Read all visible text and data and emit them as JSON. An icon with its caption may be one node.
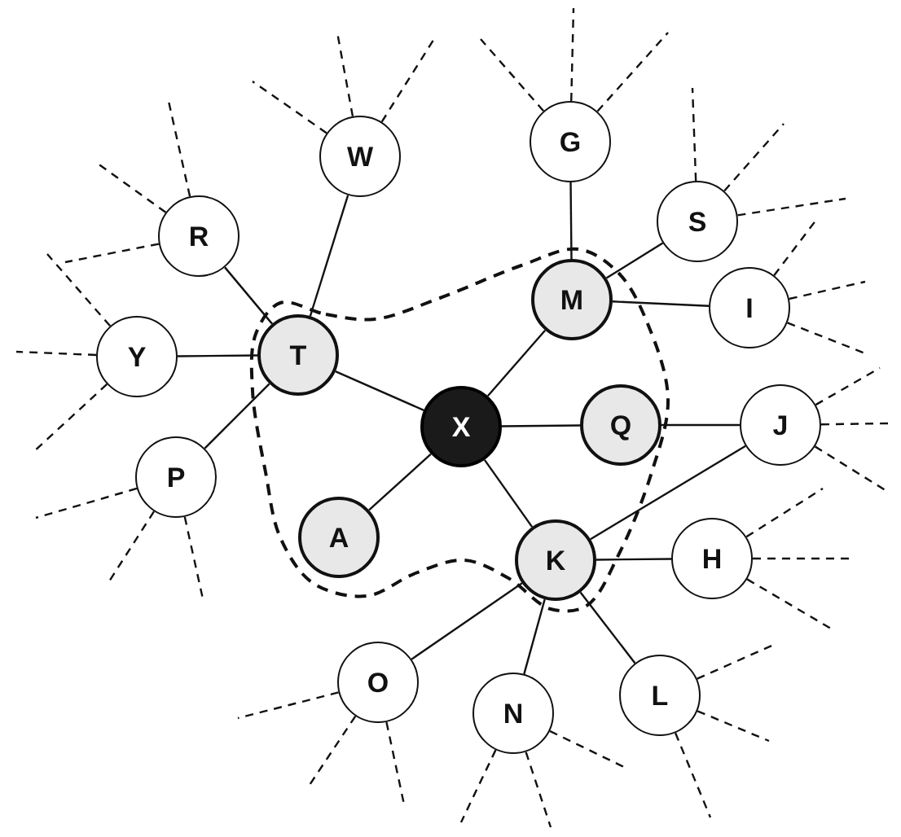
{
  "diagram": {
    "nodes": [
      {
        "text": [
          "G"
        ]
      },
      {
        "text": [
          "W"
        ]
      },
      {
        "text": [
          "S"
        ]
      },
      {
        "text": [
          "R"
        ]
      },
      {
        "text": [
          "M"
        ]
      },
      {
        "text": [
          "I"
        ]
      },
      {
        "text": [
          "T"
        ]
      },
      {
        "text": [
          "Y"
        ]
      },
      {
        "text": [
          "X"
        ]
      },
      {
        "text": [
          "Q"
        ]
      },
      {
        "text": [
          "J"
        ]
      },
      {
        "text": [
          "P"
        ]
      },
      {
        "text": [
          "A"
        ]
      },
      {
        "text": [
          "K"
        ]
      },
      {
        "text": [
          "H"
        ]
      },
      {
        "text": [
          "O"
        ]
      },
      {
        "text": [
          "L"
        ]
      },
      {
        "text": [
          "N"
        ]
      }
    ],
    "edges": [
      {
        "from": 8,
        "to": 6,
        "arrow": "none"
      },
      {
        "from": 8,
        "to": 4,
        "arrow": "none"
      },
      {
        "from": 8,
        "to": 9,
        "arrow": "none"
      },
      {
        "from": 8,
        "to": 13,
        "arrow": "none"
      },
      {
        "from": 8,
        "to": 12,
        "arrow": "none"
      },
      {
        "from": 6,
        "to": 1,
        "arrow": "none"
      },
      {
        "from": 6,
        "to": 3,
        "arrow": "none"
      },
      {
        "from": 6,
        "to": 7,
        "arrow": "none"
      },
      {
        "from": 6,
        "to": 11,
        "arrow": "none"
      },
      {
        "from": 4,
        "to": 0,
        "arrow": "none"
      },
      {
        "from": 4,
        "to": 2,
        "arrow": "none"
      },
      {
        "from": 4,
        "to": 5,
        "arrow": "none"
      },
      {
        "from": 9,
        "to": 10,
        "arrow": "none"
      },
      {
        "from": 13,
        "to": 10,
        "arrow": "none"
      },
      {
        "from": 13,
        "to": 14,
        "arrow": "none"
      },
      {
        "from": 13,
        "to": 15,
        "arrow": "none"
      },
      {
        "from": 13,
        "to": 17,
        "arrow": "none"
      },
      {
        "from": 13,
        "to": 16,
        "arrow": "none"
      },
      {
        "from": 0,
        "to": null,
        "arrow": "none",
        "style": "dashed"
      },
      {
        "from": 0,
        "to": null,
        "arrow": "none",
        "style": "dashed"
      },
      {
        "from": 0,
        "to": null,
        "arrow": "none",
        "style": "dashed"
      },
      {
        "from": 1,
        "to": null,
        "arrow": "none",
        "style": "dashed"
      },
      {
        "from": 1,
        "to": null,
        "arrow": "none",
        "style": "dashed"
      },
      {
        "from": 1,
        "to": null,
        "arrow": "none",
        "style": "dashed"
      },
      {
        "from": 2,
        "to": null,
        "arrow": "none",
        "style": "dashed"
      },
      {
        "from": 2,
        "to": null,
        "arrow": "none",
        "style": "dashed"
      },
      {
        "from": 2,
        "to": null,
        "arrow": "none",
        "style": "dashed"
      },
      {
        "from": 3,
        "to": null,
        "arrow": "none",
        "style": "dashed"
      },
      {
        "from": 3,
        "to": null,
        "arrow": "none",
        "style": "dashed"
      },
      {
        "from": 3,
        "to": null,
        "arrow": "none",
        "style": "dashed"
      },
      {
        "from": 5,
        "to": null,
        "arrow": "none",
        "style": "dashed"
      },
      {
        "from": 5,
        "to": null,
        "arrow": "none",
        "style": "dashed"
      },
      {
        "from": 5,
        "to": null,
        "arrow": "none",
        "style": "dashed"
      },
      {
        "from": 7,
        "to": null,
        "arrow": "none",
        "style": "dashed"
      },
      {
        "from": 7,
        "to": null,
        "arrow": "none",
        "style": "dashed"
      },
      {
        "from": 7,
        "to": null,
        "arrow": "none",
        "style": "dashed"
      },
      {
        "from": 10,
        "to": null,
        "arrow": "none",
        "style": "dashed"
      },
      {
        "from": 10,
        "to": null,
        "arrow": "none",
        "style": "dashed"
      },
      {
        "from": 10,
        "to": null,
        "arrow": "none",
        "style": "dashed"
      },
      {
        "from": 11,
        "to": null,
        "arrow": "none",
        "style": "dashed"
      },
      {
        "from": 11,
        "to": null,
        "arrow": "none",
        "style": "dashed"
      },
      {
        "from": 11,
        "to": null,
        "arrow": "none",
        "style": "dashed"
      },
      {
        "from": 14,
        "to": null,
        "arrow": "none",
        "style": "dashed"
      },
      {
        "from": 14,
        "to": null,
        "arrow": "none",
        "style": "dashed"
      },
      {
        "from": 14,
        "to": null,
        "arrow": "none",
        "style": "dashed"
      },
      {
        "from": 15,
        "to": null,
        "arrow": "none",
        "style": "dashed"
      },
      {
        "from": 15,
        "to": null,
        "arrow": "none",
        "style": "dashed"
      },
      {
        "from": 15,
        "to": null,
        "arrow": "none",
        "style": "dashed"
      },
      {
        "from": 16,
        "to": null,
        "arrow": "none",
        "style": "dashed"
      },
      {
        "from": 16,
        "to": null,
        "arrow": "none",
        "style": "dashed"
      },
      {
        "from": 16,
        "to": null,
        "arrow": "none",
        "style": "dashed"
      },
      {
        "from": 17,
        "to": null,
        "arrow": "none",
        "style": "dashed"
      },
      {
        "from": 17,
        "to": null,
        "arrow": "none",
        "style": "dashed"
      },
      {
        "from": 17,
        "to": null,
        "arrow": "none",
        "style": "dashed"
      }
    ]
  }
}
